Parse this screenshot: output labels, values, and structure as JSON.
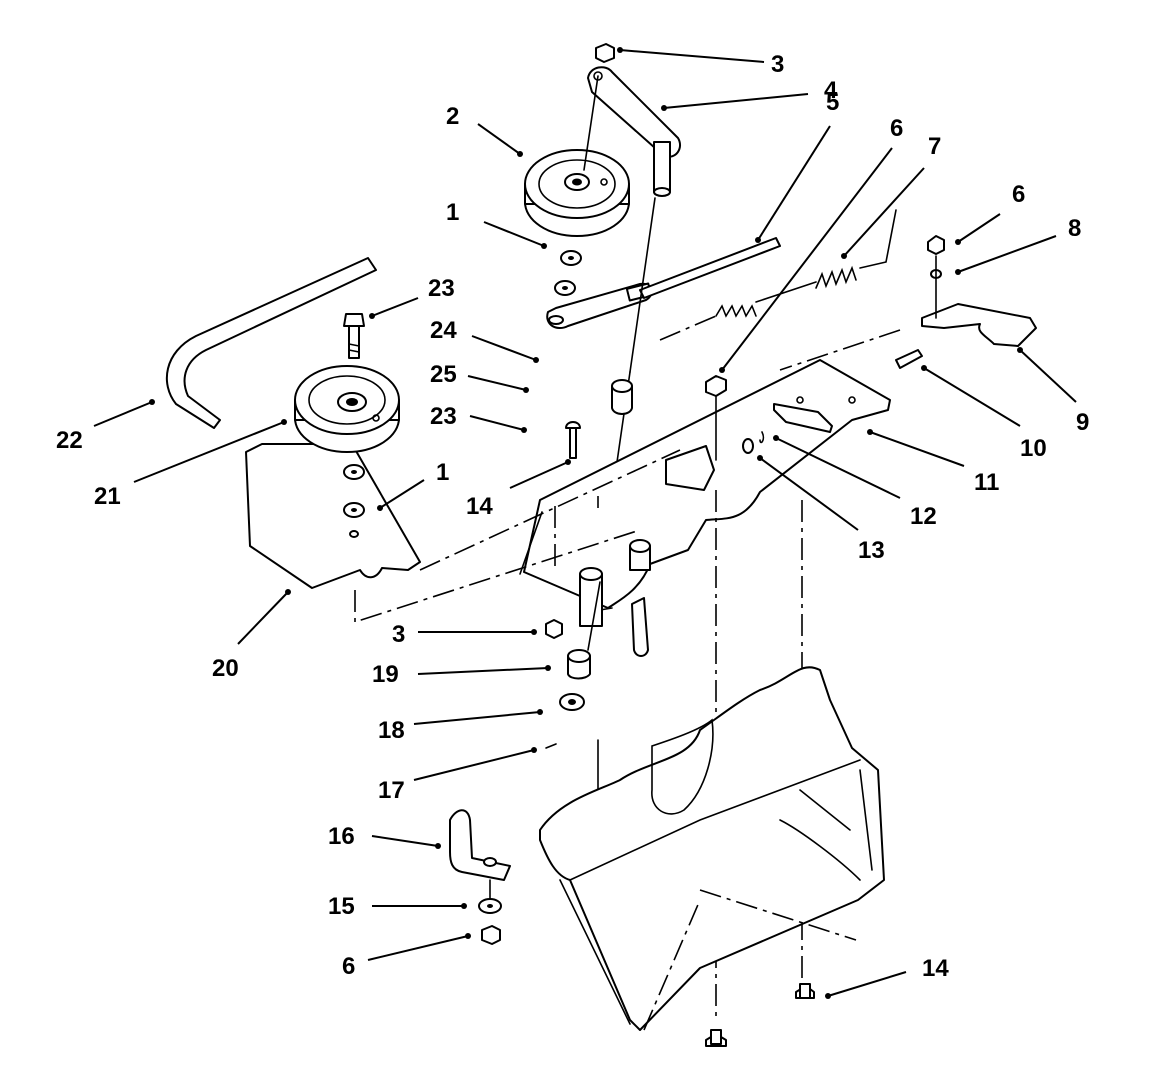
{
  "callouts": [
    "1",
    "2",
    "3",
    "4",
    "5",
    "6",
    "7",
    "8",
    "9",
    "10",
    "11",
    "12",
    "13",
    "14",
    "15",
    "16",
    "17",
    "18",
    "19",
    "20",
    "21",
    "22",
    "23",
    "24",
    "25"
  ],
  "labels": [
    {
      "text": "3"
    },
    {
      "text": "4"
    },
    {
      "text": "2"
    },
    {
      "text": "5"
    },
    {
      "text": "6"
    },
    {
      "text": "7"
    },
    {
      "text": "6"
    },
    {
      "text": "8"
    },
    {
      "text": "1"
    },
    {
      "text": "23"
    },
    {
      "text": "24"
    },
    {
      "text": "25"
    },
    {
      "text": "23"
    },
    {
      "text": "22"
    },
    {
      "text": "21"
    },
    {
      "text": "1"
    },
    {
      "text": "14"
    },
    {
      "text": "9"
    },
    {
      "text": "10"
    },
    {
      "text": "11"
    },
    {
      "text": "12"
    },
    {
      "text": "13"
    },
    {
      "text": "20"
    },
    {
      "text": "3"
    },
    {
      "text": "19"
    },
    {
      "text": "18"
    },
    {
      "text": "17"
    },
    {
      "text": "16"
    },
    {
      "text": "15"
    },
    {
      "text": "6"
    },
    {
      "text": "14"
    }
  ]
}
